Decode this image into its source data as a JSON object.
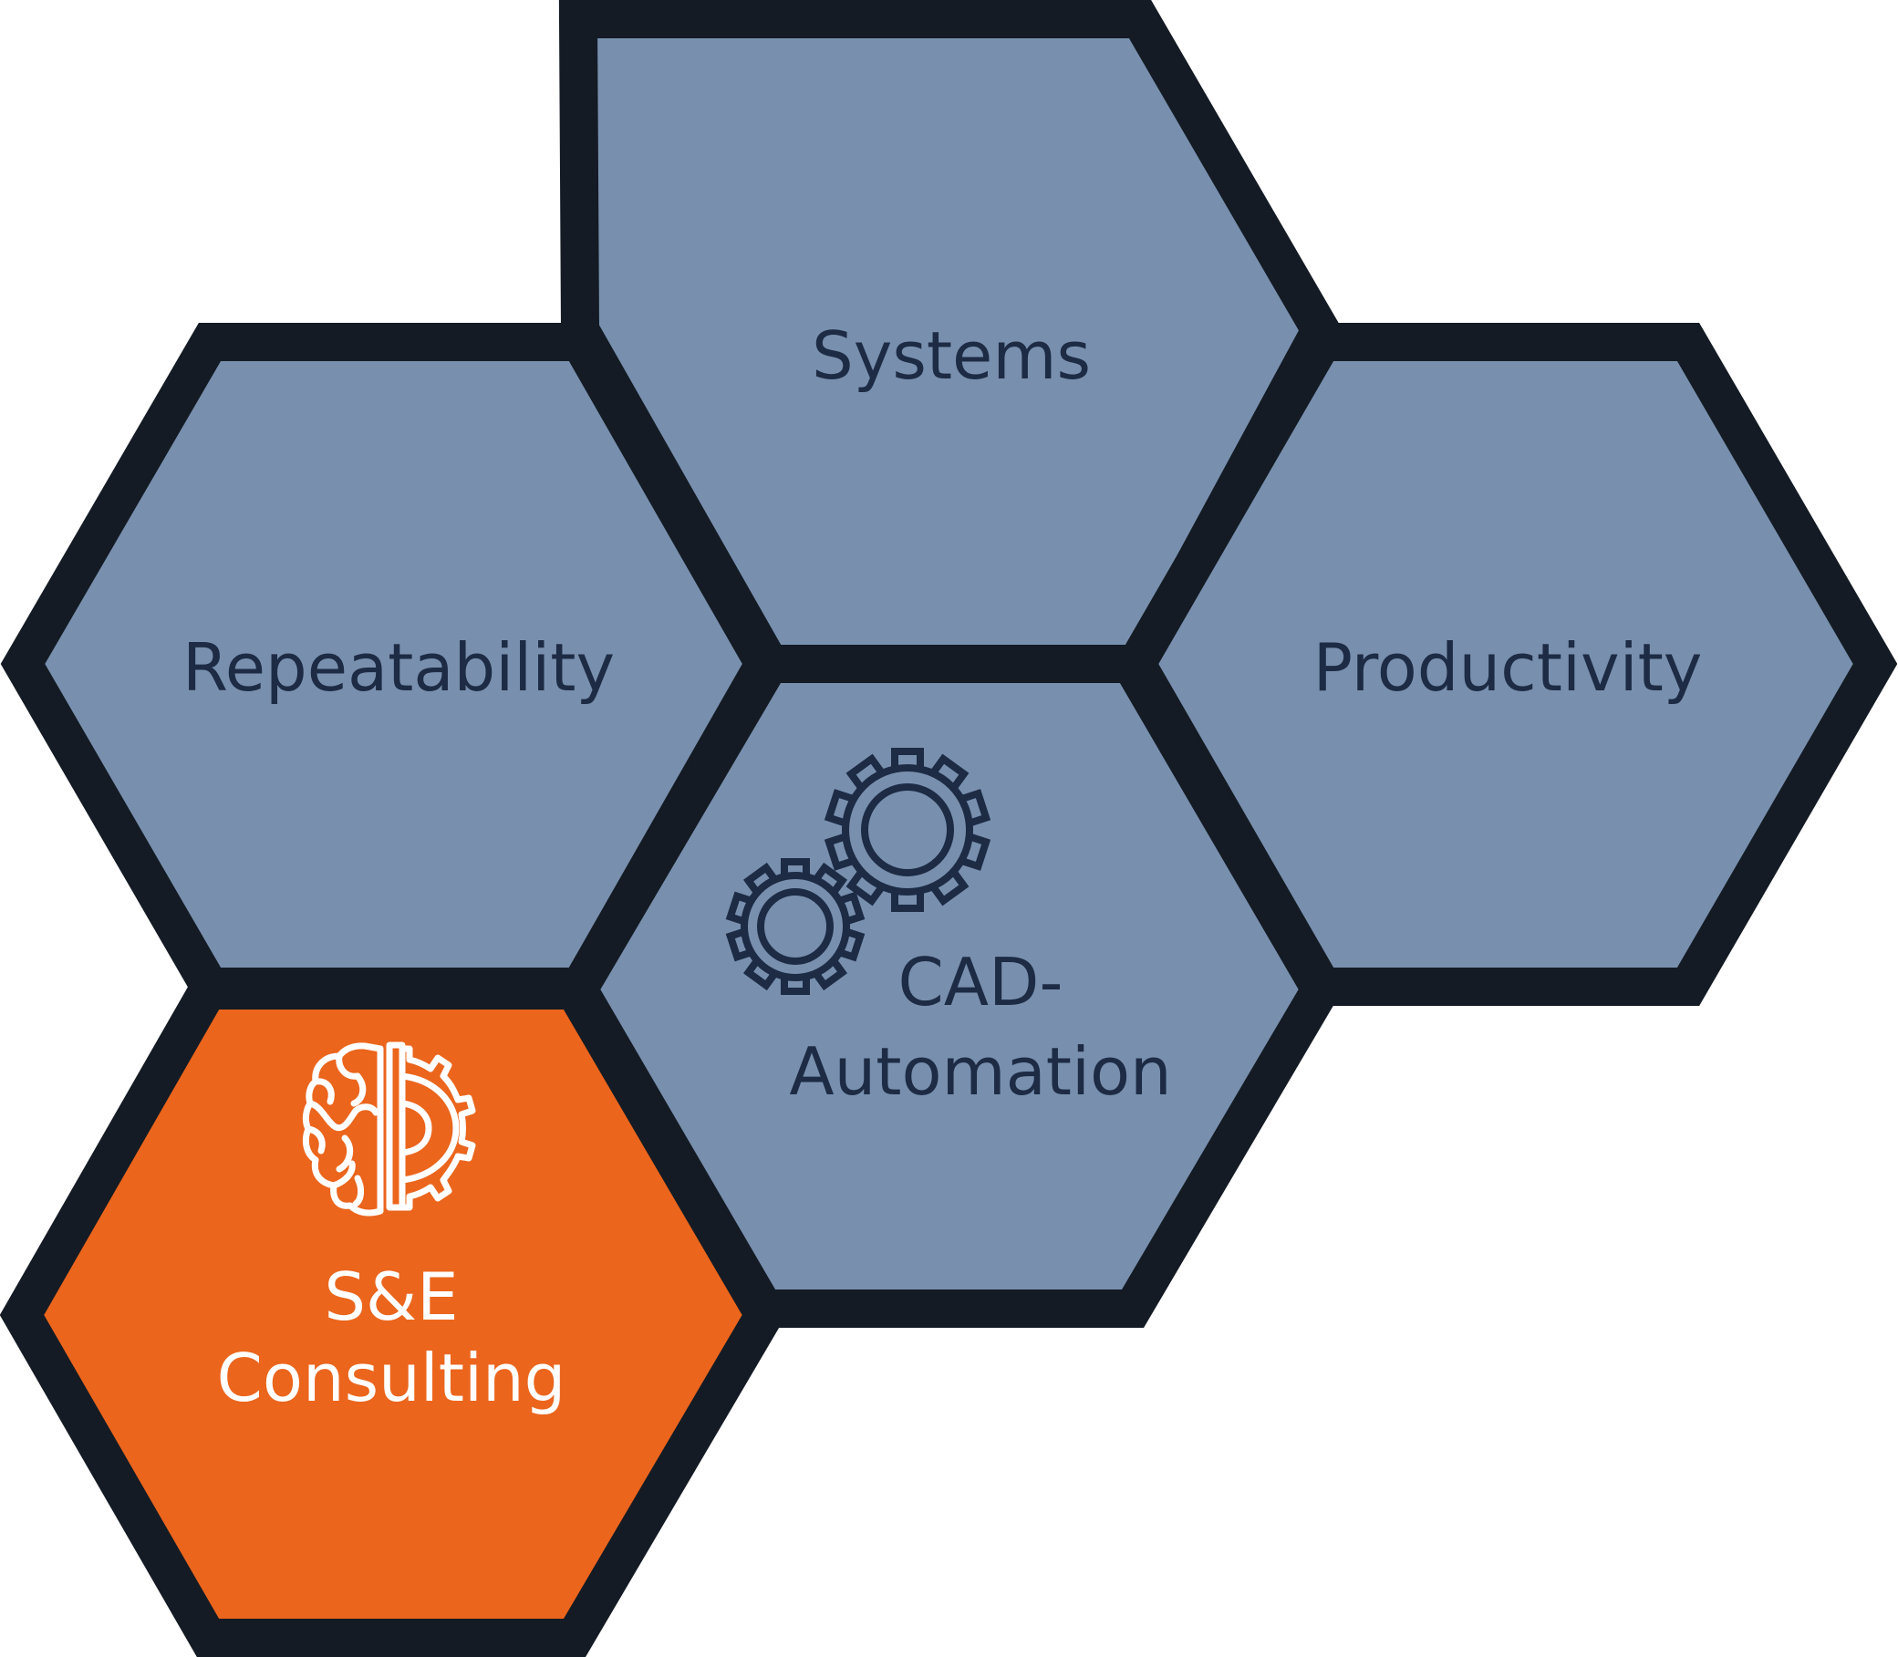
{
  "colors": {
    "border": "#141b24",
    "tile": "#7890ae",
    "accent": "#eb651c",
    "text_dark": "#1d2b45",
    "text_light": "#ffffff",
    "background": "#ffffff"
  },
  "tiles": {
    "systems": {
      "label": "Systems"
    },
    "repeatability": {
      "label": "Repeatability"
    },
    "productivity": {
      "label": "Productivity"
    },
    "cad": {
      "line1": "CAD-",
      "line2": "Automation",
      "icon": "gears-icon"
    },
    "consulting": {
      "line1": "S&E",
      "line2": "Consulting",
      "icon": "brain-gear-icon"
    }
  }
}
